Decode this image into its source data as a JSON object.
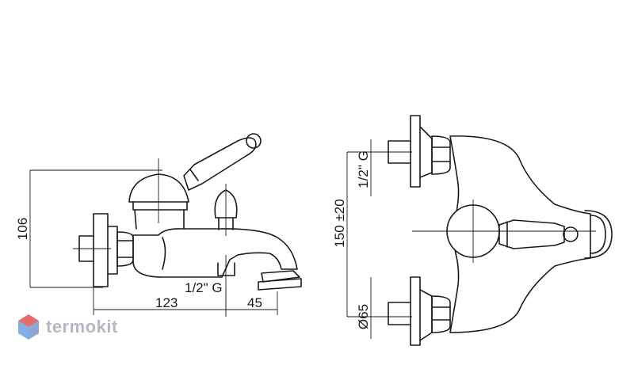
{
  "dimensions": {
    "height_side": "106",
    "thread_side": "1/2\" G",
    "depth_body": "123",
    "depth_spout": "45",
    "centers_top": "150 ±20",
    "thread_top": "1/2\" G",
    "flange_dia": "Ø65"
  },
  "brand": {
    "name": "termokit",
    "colors": {
      "top": "#e86b6b",
      "left": "#7fb2e0",
      "right": "#8fa7d6"
    }
  }
}
